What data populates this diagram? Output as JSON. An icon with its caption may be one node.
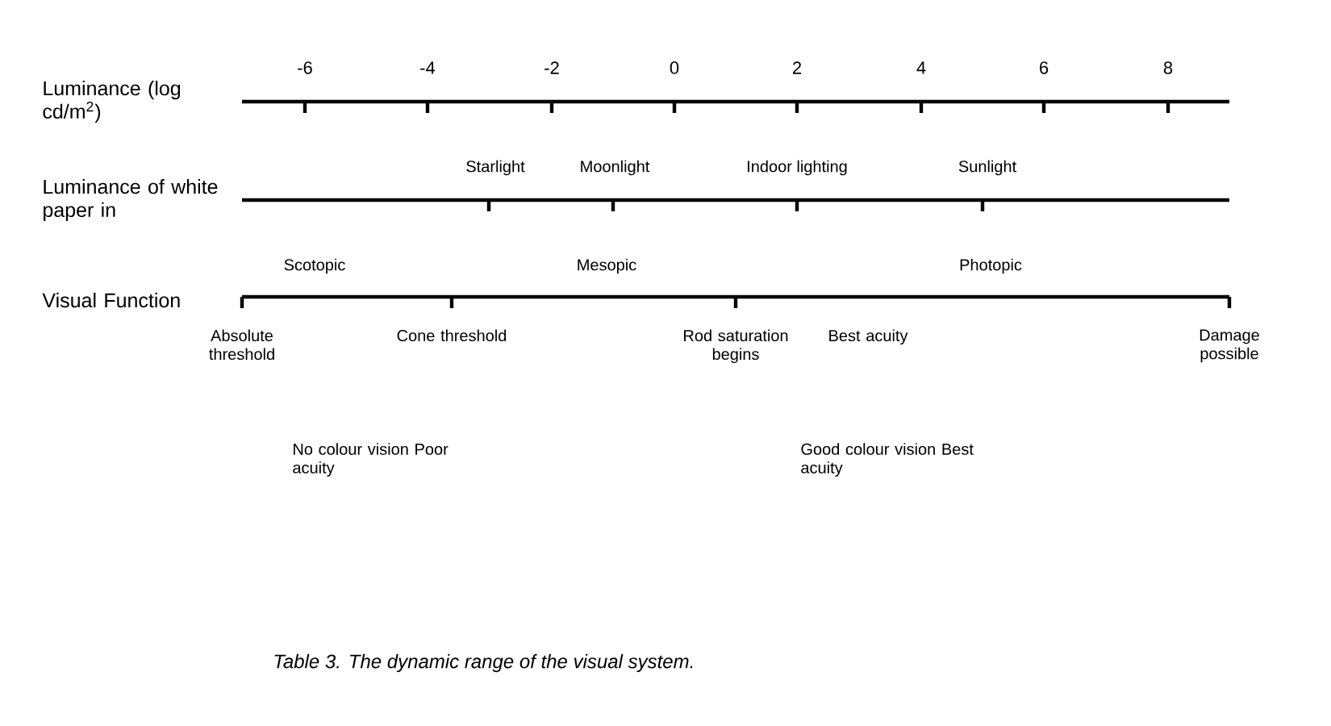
{
  "diagram": {
    "caption": "Table 3. The dynamic range of the visual system.",
    "labels": [
      "Luminance (log cd/m$^{2}$)",
      "-6",
      "-4",
      "-2",
      "0",
      "2",
      "4",
      "6",
      "8",
      "Starlight",
      "Moonlight",
      "Indoor lighting",
      "Sunlight",
      "Luminance of white paper in",
      "Scotopic",
      "Mesopic",
      "Photopic",
      "Visual Function",
      "Absolute threshold",
      "Cone threshold",
      "Rod saturation begins",
      "Best acuity",
      "Damage possible",
      "No colour vision Poor acuity",
      "Good colour vision Best acuity"
    ]
  }
}
